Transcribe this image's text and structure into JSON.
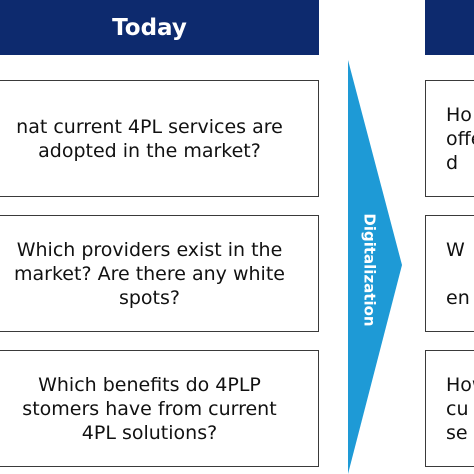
{
  "columns": {
    "left_title": "Today",
    "right_title": ""
  },
  "arrow": {
    "label": "Digitalization",
    "color": "#1e9ad6"
  },
  "left_boxes": [
    {
      "text": "nat current 4PL services are\nadopted in the market?"
    },
    {
      "text": "Which providers exist in the\nmarket? Are there any white\nspots?"
    },
    {
      "text": "Which benefits do 4PLP\nstomers have from current\n4PL solutions?"
    }
  ],
  "right_boxes": [
    {
      "text": "Ho\noffe\nd"
    },
    {
      "text": "W\n\nen"
    },
    {
      "text": "How\ncu\nse"
    }
  ],
  "colors": {
    "header_bg": "#0d2a6e",
    "header_text": "#ffffff",
    "box_border": "#3a3a3a"
  }
}
